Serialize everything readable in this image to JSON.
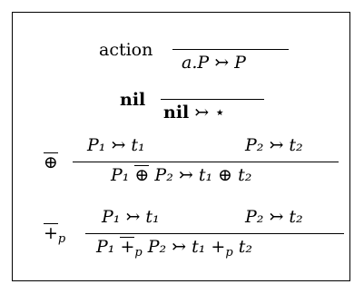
{
  "figure": {
    "rules": [
      {
        "id": "action",
        "name": "action",
        "premise_left": "",
        "premise_right": "",
        "conclusion": "a.P ↣ P"
      },
      {
        "id": "nil",
        "name": "nil",
        "premise_left": "",
        "premise_right": "",
        "conclusion_term": "nil",
        "conclusion_rest": " ↣ ⋆"
      },
      {
        "id": "oplus-bar",
        "name_symbol": "⊕",
        "premise_left": "P₁ ↣ t₁",
        "premise_right": "P₂ ↣ t₂",
        "conclusion_left": "P₁ ",
        "conclusion_op": "⊕",
        "conclusion_right": " P₂ ↣ t₁ ⊕ t₂"
      },
      {
        "id": "plus-p-bar",
        "name_symbol": "+",
        "name_sub": "p",
        "premise_left": "P₁ ↣ t₁",
        "premise_right": "P₂ ↣ t₂",
        "conclusion_left": "P₁ ",
        "conclusion_op": "+",
        "conclusion_op_sub": "p",
        "conclusion_right": " P₂ ↣ t₁ +",
        "conclusion_right_sub": "p",
        "conclusion_tail": " t₂"
      }
    ]
  }
}
